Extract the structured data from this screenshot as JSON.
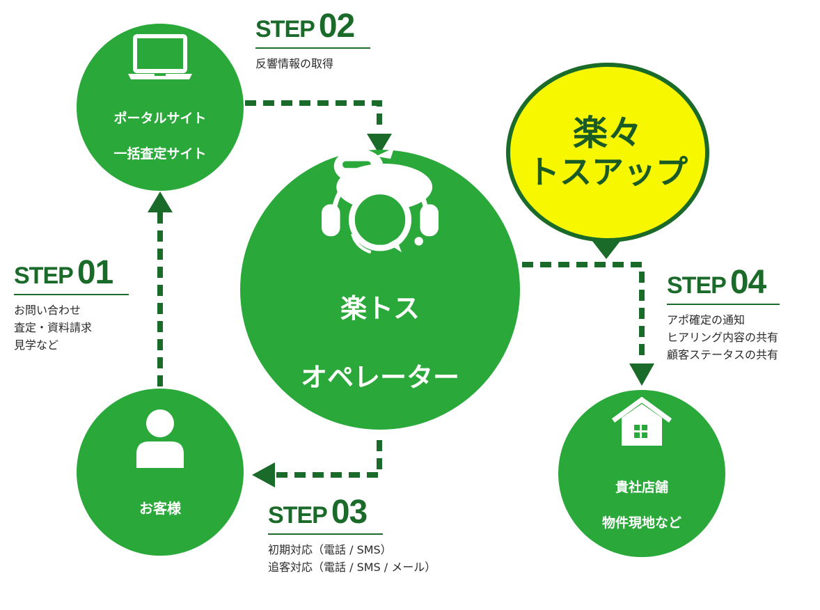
{
  "colors": {
    "circle_green": "#2aa83a",
    "dark_green": "#1a6a2a",
    "bubble_yellow": "#f7f700",
    "text_dark": "#2a2a2a",
    "white": "#ffffff"
  },
  "nodes": {
    "portal": {
      "line1": "ポータルサイト",
      "line2": "一括査定サイト",
      "icon": "laptop-icon"
    },
    "operator": {
      "line1": "楽トス",
      "line2": "オペレーター",
      "icon": "ninja-headset-icon"
    },
    "customer": {
      "label": "お客様",
      "icon": "person-icon"
    },
    "store": {
      "line1": "貴社店舗",
      "line2": "物件現地など",
      "icon": "house-icon"
    }
  },
  "callout": {
    "line1": "楽々",
    "line2": "トスアップ"
  },
  "steps": [
    {
      "word": "STEP",
      "num": "01",
      "desc": "お問い合わせ\n査定・資料請求\n見学など"
    },
    {
      "word": "STEP",
      "num": "02",
      "desc": "反響情報の取得"
    },
    {
      "word": "STEP",
      "num": "03",
      "desc": "初期対応（電話 / SMS）\n追客対応（電話 / SMS / メール）"
    },
    {
      "word": "STEP",
      "num": "04",
      "desc": "アポ確定の通知\nヒアリング内容の共有\n顧客ステータスの共有"
    }
  ]
}
